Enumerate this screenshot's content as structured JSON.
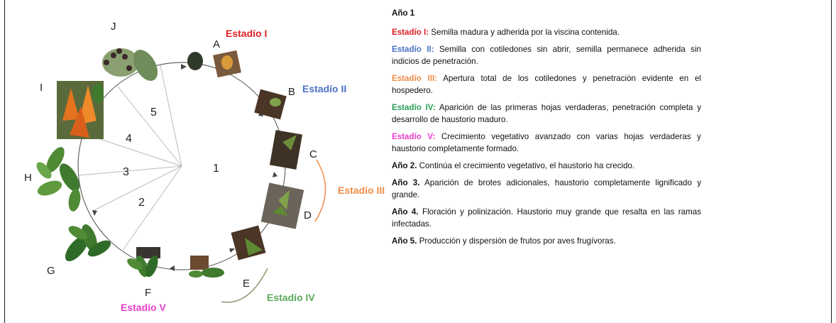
{
  "colors": {
    "stage1": "#e01f26",
    "stage2": "#4a72c4",
    "stage3": "#ef8c4a",
    "stage4": "#5aa85a",
    "stage5": "#e83ecb",
    "text": "#111111",
    "arc": "#8c9a6e"
  },
  "diagram": {
    "letters": [
      "A",
      "B",
      "C",
      "D",
      "E",
      "F",
      "G",
      "H",
      "I",
      "J"
    ],
    "sectors": [
      "1",
      "2",
      "3",
      "4",
      "5"
    ],
    "stage_labels": {
      "s1": "Estadío I",
      "s2": "Estadío II",
      "s3": "Estadío III",
      "s4": "Estadío IV",
      "s5": "Estadío V"
    }
  },
  "legend": {
    "year1": "Año 1",
    "items": [
      {
        "label": "Estadío I:",
        "text": "Semilla madura y adherida por la viscina contenida."
      },
      {
        "label": "Estadío II:",
        "text": "Semilla con cotiledones sin abrir, semilla permanece adherida sin indicios de penetración."
      },
      {
        "label": "Estadío III:",
        "text": "Apertura total de los cotiledones y penetración evidente en el hospedero."
      },
      {
        "label": "Estadío IV:",
        "text": "Aparición de las primeras hojas verdaderas, penetración completa y desarrollo de haustorio maduro."
      },
      {
        "label": "Estadío V:",
        "text": "Crecimiento vegetativo avanzado con varias hojas verdaderas y haustorio completamente formado."
      }
    ],
    "years": [
      {
        "label": "Año 2.",
        "text": "Continúa el crecimiento vegetativo, el haustorio ha crecido."
      },
      {
        "label": "Año 3.",
        "text": "Aparición de brotes adicionales, haustorio completamente lignificado y grande."
      },
      {
        "label": "Año 4.",
        "text": "Floración y polinización. Haustorio muy grande que resalta en las ramas infectadas."
      },
      {
        "label": "Año 5.",
        "text": "Producción y dispersión de frutos por aves frugívoras."
      }
    ]
  }
}
